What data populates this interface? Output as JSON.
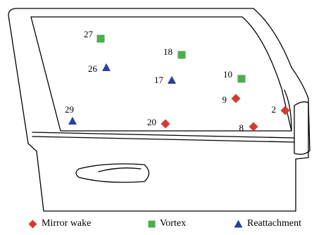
{
  "colors": {
    "outline": "#000000",
    "mirror_wake": "#d33a2f",
    "vortex": "#4cae4c",
    "reattachment": "#2b3f9e"
  },
  "points": [
    {
      "id": "27",
      "category": "vortex"
    },
    {
      "id": "26",
      "category": "reattachment"
    },
    {
      "id": "18",
      "category": "vortex"
    },
    {
      "id": "17",
      "category": "reattachment"
    },
    {
      "id": "10",
      "category": "vortex"
    },
    {
      "id": "9",
      "category": "mirror_wake"
    },
    {
      "id": "2",
      "category": "mirror_wake"
    },
    {
      "id": "29",
      "category": "reattachment"
    },
    {
      "id": "20",
      "category": "mirror_wake"
    },
    {
      "id": "8",
      "category": "mirror_wake"
    }
  ],
  "legend": {
    "mirror_wake": "Mirror wake",
    "vortex": "Vortex",
    "reattachment": "Reattachment"
  }
}
